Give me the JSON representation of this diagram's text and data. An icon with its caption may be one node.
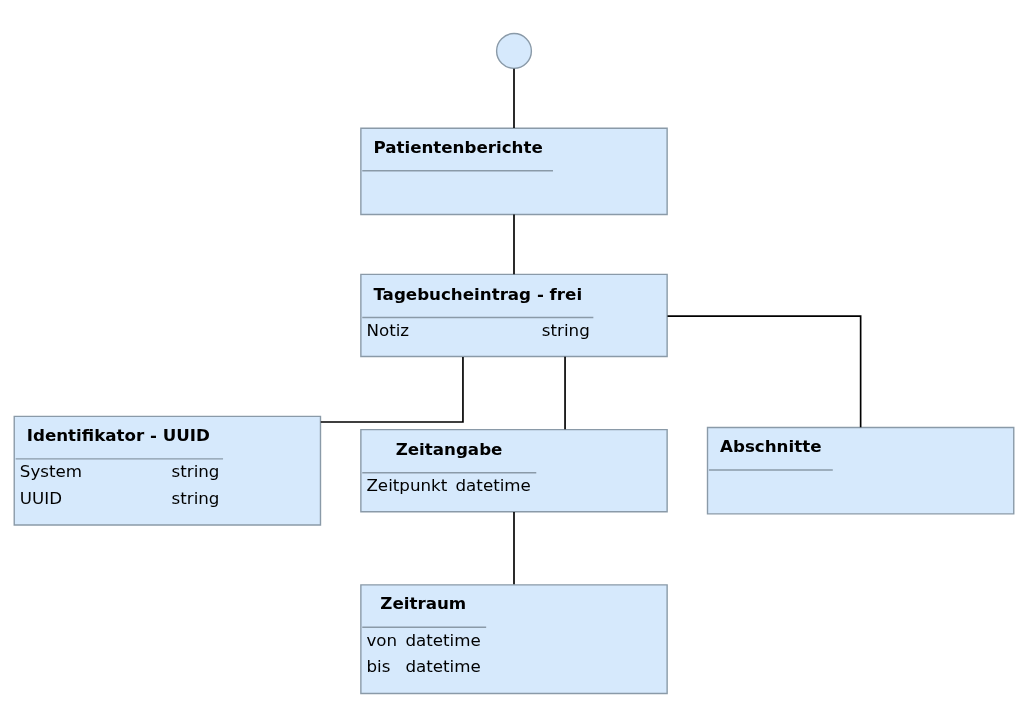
{
  "diagram": {
    "nodes": [
      {
        "text": [],
        "shape": "circle"
      },
      {
        "text": [
          "Patientenberichte"
        ]
      },
      {
        "text": [
          "Tagebucheintrag - frei",
          "Notiz",
          "string"
        ]
      },
      {
        "text": [
          "Identifikator - UUID",
          "System",
          "string",
          "UUID",
          "string"
        ]
      },
      {
        "text": [
          "Zeitangabe",
          "Zeitpunkt",
          "datetime"
        ]
      },
      {
        "text": [
          "Abschnitte"
        ]
      },
      {
        "text": [
          "Zeitraum",
          "von",
          "datetime",
          "bis",
          "datetime"
        ]
      }
    ],
    "edges": [
      {
        "from": 0,
        "to": 1,
        "arrow": "none"
      },
      {
        "from": 1,
        "to": 2,
        "arrow": "none"
      },
      {
        "from": 2,
        "to": 3,
        "arrow": "none"
      },
      {
        "from": 2,
        "to": 4,
        "arrow": "none"
      },
      {
        "from": 2,
        "to": 5,
        "arrow": "none"
      },
      {
        "from": 4,
        "to": 6,
        "arrow": "none"
      }
    ]
  }
}
